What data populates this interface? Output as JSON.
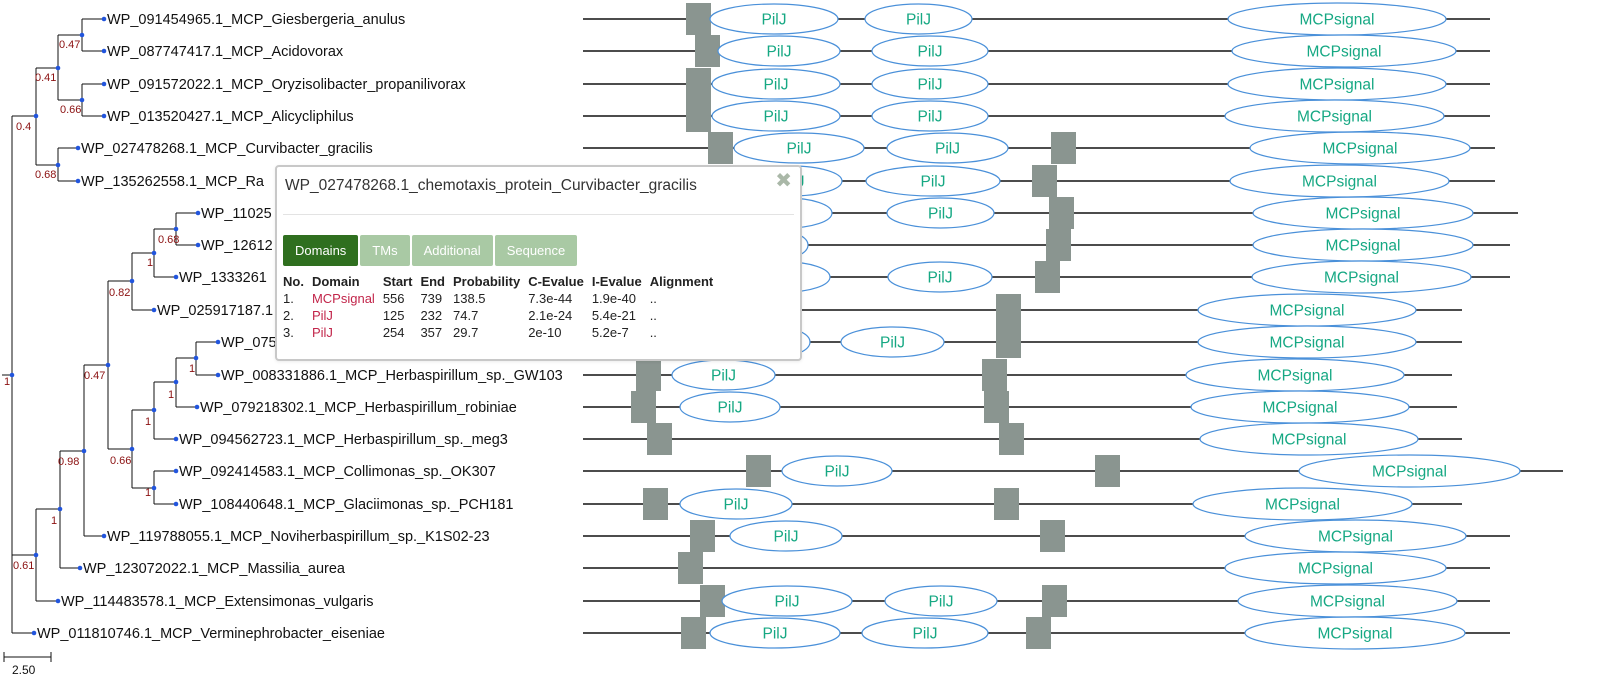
{
  "popup": {
    "title": "WP_027478268.1_chemotaxis_protein_Curvibacter_gracilis",
    "close_glyph": "✖",
    "tabs": [
      "Domains",
      "TMs",
      "Additional",
      "Sequence"
    ],
    "active_tab": "Domains",
    "table": {
      "headers": [
        "No.",
        "Domain",
        "Start",
        "End",
        "Probability",
        "C-Evalue",
        "I-Evalue",
        "Alignment"
      ],
      "rows": [
        [
          "1.",
          "MCPsignal",
          "556",
          "739",
          "138.5",
          "7.3e-44",
          "1.9e-40",
          ".."
        ],
        [
          "2.",
          "PilJ",
          "125",
          "232",
          "74.7",
          "2.1e-24",
          "5.4e-21",
          ".."
        ],
        [
          "3.",
          "PilJ",
          "254",
          "357",
          "29.7",
          "2e-10",
          "5.2e-7",
          ".."
        ]
      ]
    }
  },
  "tree": {
    "leaves": [
      "WP_091454965.1_MCP_Giesbergeria_anulus",
      "WP_087747417.1_MCP_Acidovorax",
      "WP_091572022.1_MCP_Oryzisolibacter_propanilivorax",
      "WP_013520427.1_MCP_Alicycliphilus",
      "WP_027478268.1_MCP_Curvibacter_gracilis",
      "WP_135262558.1_MCP_Ra",
      "WP_11025",
      "WP_12612",
      "WP_1333261",
      "WP_025917187.1",
      "WP_075",
      "WP_008331886.1_MCP_Herbaspirillum_sp._GW103",
      "WP_079218302.1_MCP_Herbaspirillum_robiniae",
      "WP_094562723.1_MCP_Herbaspirillum_sp._meg3",
      "WP_092414583.1_MCP_Collimonas_sp._OK307",
      "WP_108440648.1_MCP_Glaciimonas_sp._PCH181",
      "WP_119788055.1_MCP_Noviherbaspirillum_sp._K1S02-23",
      "WP_123072022.1_MCP_Massilia_aurea",
      "WP_114483578.1_MCP_Extensimonas_vulgaris",
      "WP_011810746.1_MCP_Verminephrobacter_eiseniae"
    ],
    "support_values": [
      "0.47",
      "0.41",
      "0.66",
      "0.4",
      "0.68",
      "0.68",
      "1",
      "0.82",
      "1",
      "0.47",
      "1",
      "1",
      "0.66",
      "1",
      "0.98",
      "1",
      "0.61",
      "1"
    ],
    "scale_label": "2.50"
  },
  "domains": {
    "labels": {
      "pilj": "PilJ",
      "mcp": "MCPsignal"
    },
    "colors": {
      "domain_stroke": "#4a90d9",
      "domain_text": "#16a883",
      "tm_fill": "#8a9590",
      "support_text": "#8b1010",
      "node_dot": "#2255dd"
    }
  }
}
